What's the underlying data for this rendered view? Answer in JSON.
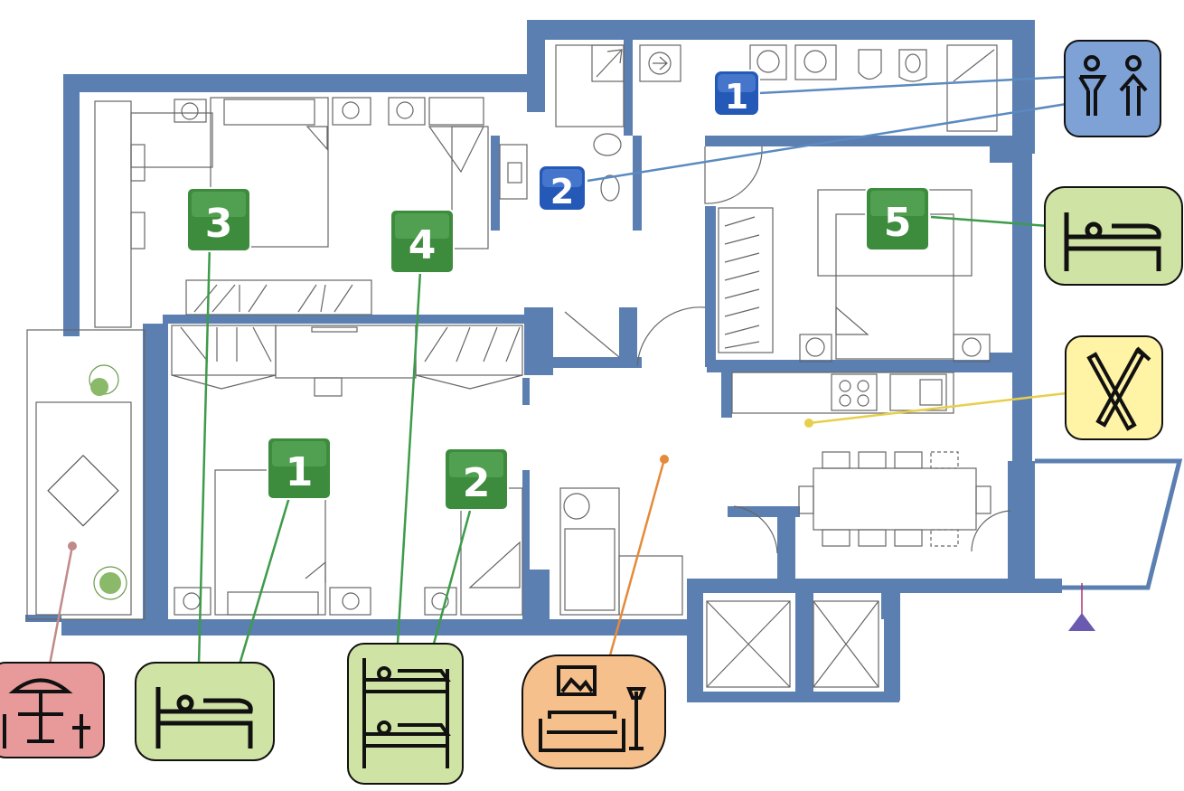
{
  "colors": {
    "wall": "#5b7fb1",
    "wall_dark": "#4a6a9a",
    "floor": "#ffffff",
    "furniture_line": "#555555",
    "green_badge": "#3d8b3d",
    "blue_badge": "#2459b8",
    "bed_icon_bg": "#cfe3a4",
    "wc_icon_bg": "#7fa2d6",
    "kitchen_icon_bg": "#fff3a6",
    "living_icon_bg": "#f6c08c",
    "terrace_icon_bg": "#e89a9a",
    "line_green": "#3d9b4a",
    "line_blue": "#5b8ac0",
    "line_yellow": "#e8cf4a",
    "line_orange": "#e58a3a",
    "line_pink": "#c08a8a"
  },
  "bedroom_badges": [
    {
      "id": "bedroom-badge-1",
      "label": "1"
    },
    {
      "id": "bedroom-badge-2",
      "label": "2"
    },
    {
      "id": "bedroom-badge-3",
      "label": "3"
    },
    {
      "id": "bedroom-badge-4",
      "label": "4"
    },
    {
      "id": "bedroom-badge-5",
      "label": "5"
    }
  ],
  "bathroom_badges": [
    {
      "id": "bathroom-badge-1",
      "label": "1"
    },
    {
      "id": "bathroom-badge-2",
      "label": "2"
    }
  ],
  "legend_icons": [
    {
      "id": "restroom-icon",
      "kind": "restroom"
    },
    {
      "id": "double-bed-icon-right",
      "kind": "bed"
    },
    {
      "id": "dining-icon",
      "kind": "fork-knife"
    },
    {
      "id": "terrace-icon",
      "kind": "table-umbrella"
    },
    {
      "id": "double-bed-icon-bottom",
      "kind": "bed"
    },
    {
      "id": "bunk-bed-icon",
      "kind": "bunk-bed"
    },
    {
      "id": "living-room-icon",
      "kind": "sofa-picture-lamp"
    }
  ]
}
